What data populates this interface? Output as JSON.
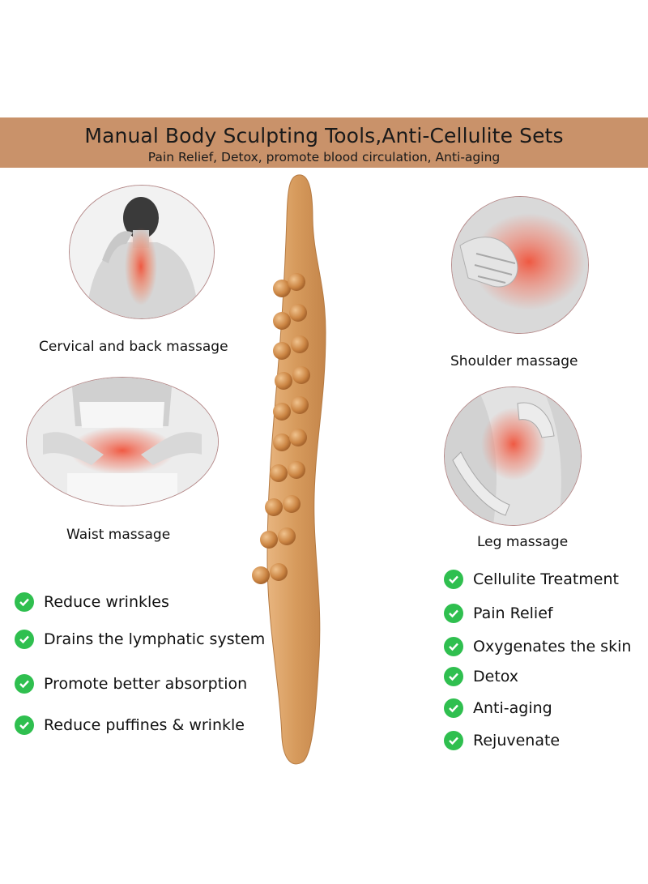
{
  "banner": {
    "title": "Manual Body Sculpting Tools,Anti-Cellulite Sets",
    "subtitle": "Pain Relief, Detox, promote blood circulation, Anti-aging"
  },
  "panels": {
    "cervical": "Cervical and back massage",
    "shoulder": "Shoulder massage",
    "waist": "Waist massage",
    "leg": "Leg massage"
  },
  "benefits_left": [
    "Reduce wrinkles",
    "Drains the lymphatic system",
    "Promote better absorption",
    "Reduce puffines & wrinkle"
  ],
  "benefits_right": [
    "Cellulite Treatment",
    "Pain Relief",
    "Oxygenates the skin",
    "Detox",
    "Anti-aging",
    "Rejuvenate"
  ],
  "colors": {
    "banner": "#c9926a",
    "check": "#2fbf4f",
    "wood": "#d9a066",
    "highlight": "#f0523a"
  },
  "icons": {
    "bullet": "check-circle-icon"
  }
}
